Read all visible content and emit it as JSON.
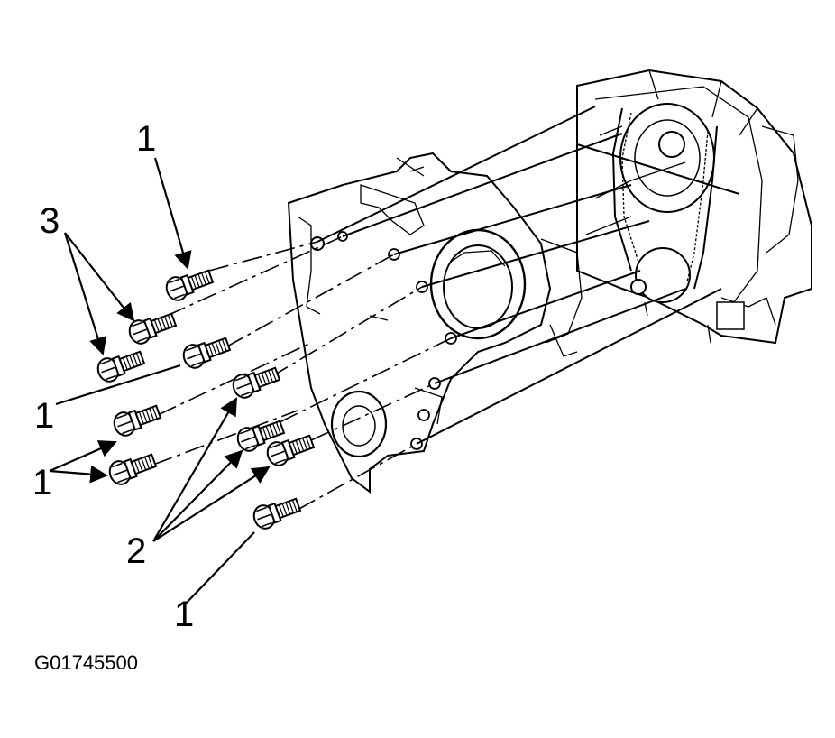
{
  "callouts": {
    "c1_top": "1",
    "c3": "3",
    "c1_mid": "1",
    "c1_pair": "1",
    "c2": "2",
    "c1_bottom": "1"
  },
  "figure_code": "G01745500",
  "colors": {
    "ink": "#000000",
    "paper": "#ffffff"
  }
}
